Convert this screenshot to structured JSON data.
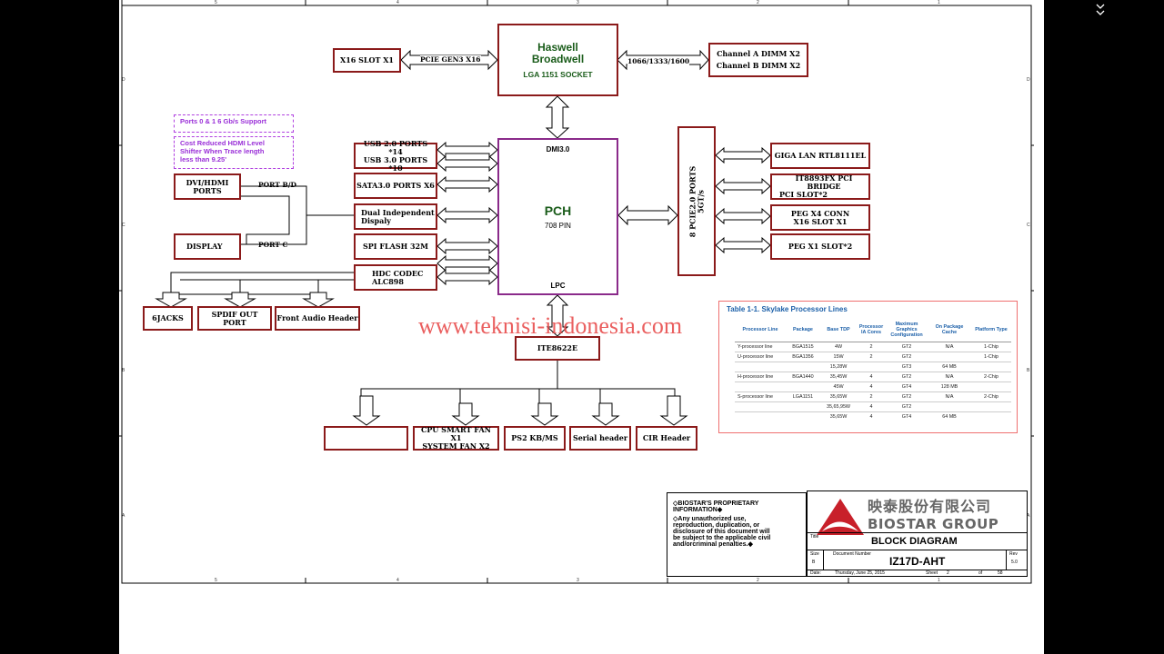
{
  "cpu": {
    "line1": "Haswell",
    "line2": "Broadwell",
    "socket": "LGA 1151 SOCKET"
  },
  "pcie_slot": "X16 SLOT X1",
  "pcie_link": "PCIE GEN3 X16",
  "mem_speed": "1066/1333/1600",
  "dimm": {
    "a": "Channel A DIMM X2",
    "b": "Channel B DIMM X2"
  },
  "pch": {
    "dmi": "DMI3.0",
    "title": "PCH",
    "pins": "708 PIN",
    "lpc": "LPC"
  },
  "pcie_ports": {
    "line1": "8 PCIE2.0 PORTS",
    "line2": "5GT/s"
  },
  "notes": {
    "ports": "Ports 0 & 1 6 Gb/s Support",
    "hdmi1": "Cost Reduced HDMI Level",
    "hdmi2": "Shifter When Trace length",
    "hdmi3": "less than 9.25'"
  },
  "left_blocks": {
    "usb1": "USB 2.0 PORTS *14",
    "usb2": "USB 3.0 PORTS *10",
    "sata": "SATA3.0 PORTS X6",
    "dual1": "Dual Independent",
    "dual2": "Dispaly",
    "spi": "SPI FLASH 32M",
    "hdc1": "HDC CODEC",
    "hdc2": "ALC898",
    "dvi1": "DVI/HDMI",
    "dvi2": "PORTS",
    "display": "DISPLAY",
    "port_bd": "PORT B/D",
    "port_c": "PORT C"
  },
  "audio": {
    "jacks": "6JACKS",
    "spdif": "SPDIF OUT PORT",
    "front": "Front Audio Header"
  },
  "right_blocks": {
    "lan": "GIGA LAN RTL8111EL",
    "it1": "IT8893FX PCI BRIDGE",
    "it2": "PCI SLOT*2",
    "peg1": "PEG X4 CONN",
    "peg2": "X16 SLOT X1",
    "pegx1": "PEG X1 SLOT*2"
  },
  "superio": "ITE8622E",
  "bottom": {
    "fan1": "CPU SMART FAN X1",
    "fan2": "SYSTEM FAN X2",
    "ps2": "PS2 KB/MS",
    "serial": "Serial header",
    "cir": "CIR Header"
  },
  "watermark": "www.teknisi-indonesia.com",
  "table": {
    "caption": "Table 1-1.    Skylake Processor Lines",
    "headers": [
      "Processor Line",
      "Package",
      "Base TDP",
      "Processor IA Cores",
      "Maximum Graphics Configuration",
      "On Package Cache",
      "Platform Type"
    ],
    "rows": [
      {
        "line": "Y-processor line",
        "pkg": "BGA1515",
        "tdp": "4W",
        "cores": "2",
        "gfx": "GT2",
        "cache": "N/A",
        "plat": "1-Chip"
      },
      {
        "line": "U-processor line",
        "pkg": "BGA1356",
        "tdp": "15W",
        "cores": "2",
        "gfx": "GT2",
        "cache": "",
        "plat": "1-Chip"
      },
      {
        "line": "",
        "pkg": "",
        "tdp": "15,28W",
        "cores": "",
        "gfx": "GT3",
        "cache": "64 MB",
        "plat": ""
      },
      {
        "line": "H-processor line",
        "pkg": "BGA1440",
        "tdp": "35,45W",
        "cores": "4",
        "gfx": "GT2",
        "cache": "N/A",
        "plat": "2-Chip"
      },
      {
        "line": "",
        "pkg": "",
        "tdp": "45W",
        "cores": "4",
        "gfx": "GT4",
        "cache": "128 MB",
        "plat": ""
      },
      {
        "line": "S-processor line",
        "pkg": "LGA1151",
        "tdp": "35,65W",
        "cores": "2",
        "gfx": "GT2",
        "cache": "N/A",
        "plat": "2-Chip"
      },
      {
        "line": "",
        "pkg": "",
        "tdp": "35,65,95W",
        "cores": "4",
        "gfx": "GT2",
        "cache": "",
        "plat": ""
      },
      {
        "line": "",
        "pkg": "",
        "tdp": "35,65W",
        "cores": "4",
        "gfx": "GT4",
        "cache": "64 MB",
        "plat": ""
      }
    ]
  },
  "proprietary": {
    "title1": "◇BIOSTAR'S PROPRIETARY",
    "title2": "INFORMATION◆",
    "body1": "◇Any unauthorized use,",
    "body2": "reproduction, duplication, or",
    "body3": "disclosure of this document will",
    "body4": "be subject to the applicable civil",
    "body5": "and/orcriminal penalties.◆"
  },
  "titleblock": {
    "company_cn": "映泰股份有限公司",
    "company_en": "BIOSTAR GROUP",
    "title_label": "Title",
    "title": "BLOCK DIAGRAM",
    "size_label": "Size",
    "size": "B",
    "doc_label": "Document Number",
    "doc": "IZ17D-AHT",
    "rev_label": "Rev",
    "rev": "5.0",
    "date_label": "Date:",
    "date": "Thursday, June 25, 2015",
    "sheet_label": "Sheet",
    "sheet": "2",
    "of_label": "of",
    "total": "58"
  },
  "ruler": {
    "top": [
      "5",
      "4",
      "3",
      "2",
      "1"
    ],
    "side": [
      "D",
      "C",
      "B",
      "A"
    ]
  },
  "colors": {
    "block_border": "#8b1a1a",
    "cpu_text": "#1a5c1a",
    "pch_border": "#8a2a8a",
    "note": "#9a2fd8",
    "table_title": "#1b5fa8",
    "watermark": "#e84a4a",
    "logo": "#c8202a"
  }
}
